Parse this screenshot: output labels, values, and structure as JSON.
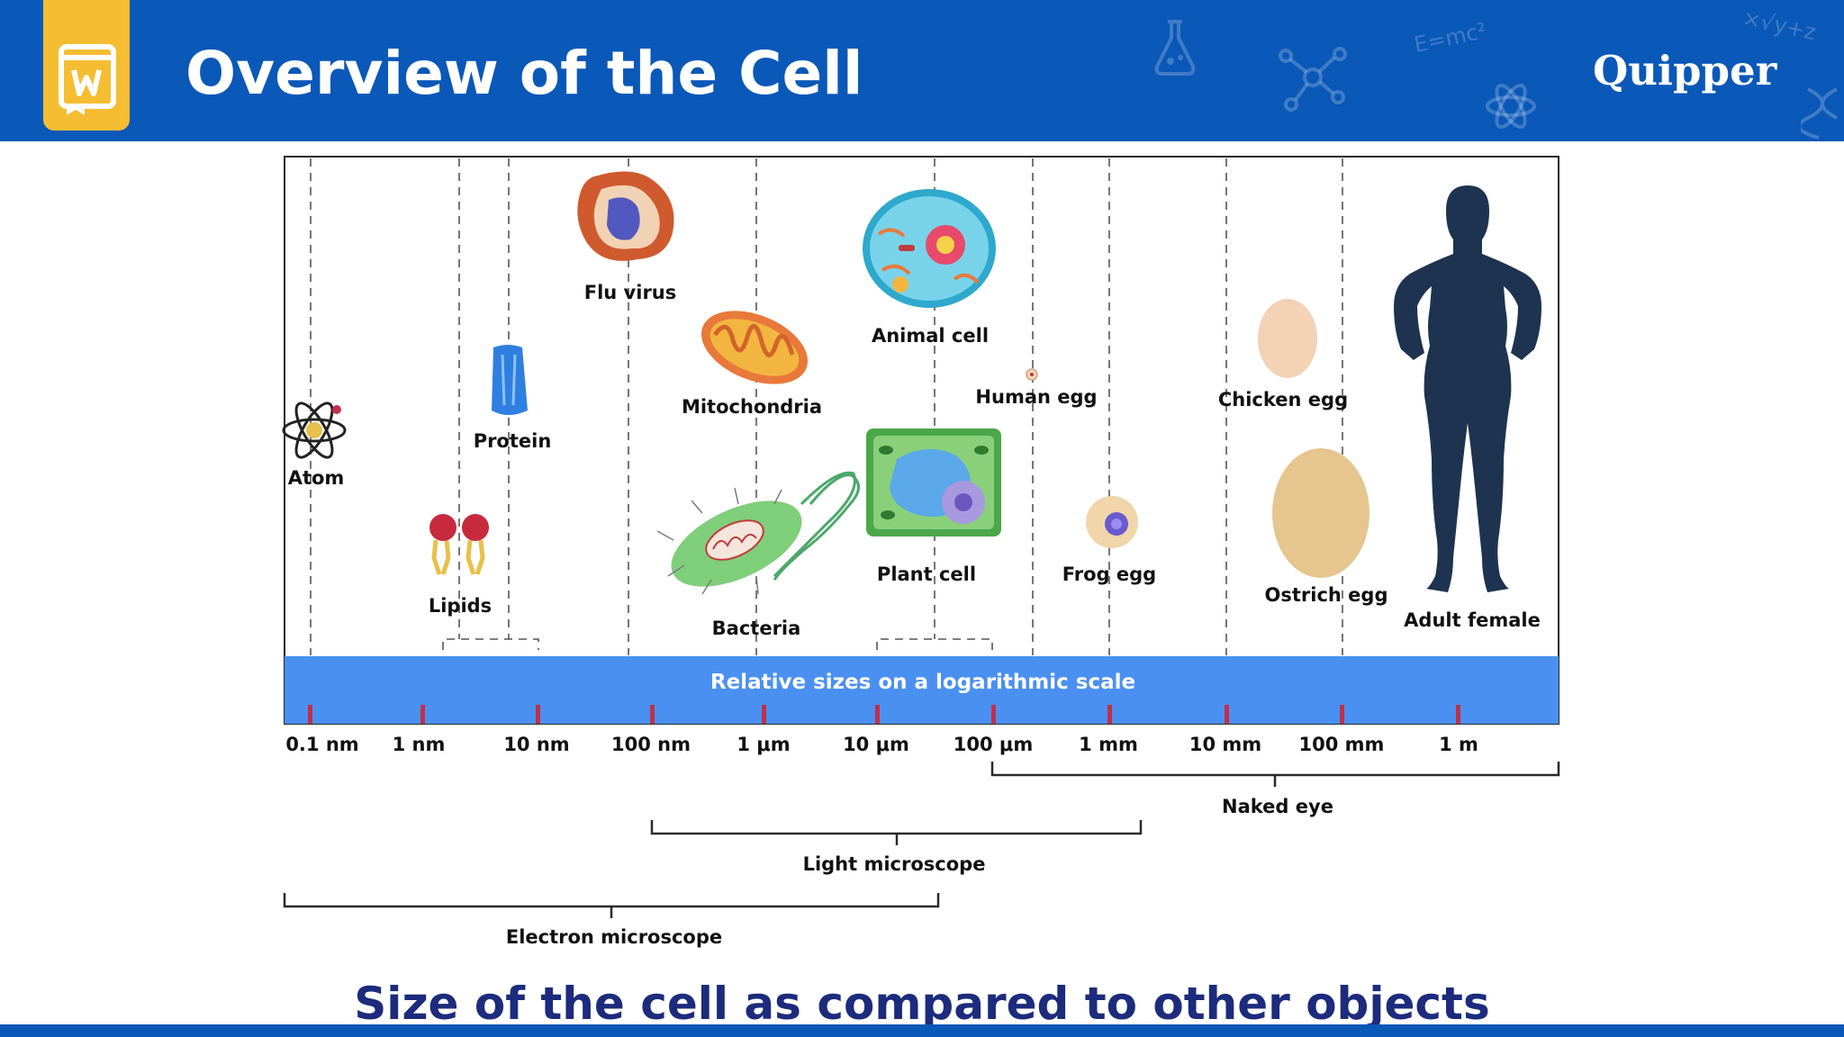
{
  "header": {
    "title": "Overview of the Cell",
    "brand": "Quipper",
    "icon": "book-icon",
    "colors": {
      "bar": "#0a58b8",
      "icon_bg": "#f5bd31"
    }
  },
  "diagram": {
    "scale_label": "Relative sizes on a logarithmic scale",
    "scale_ticks": [
      "0.1 nm",
      "1 nm",
      "10 nm",
      "100 nm",
      "1 μm",
      "10 μm",
      "100 μm",
      "1 mm",
      "10 mm",
      "100 mm",
      "1 m"
    ],
    "objects": {
      "atom": "Atom",
      "lipids": "Lipids",
      "protein": "Protein",
      "flu_virus": "Flu virus",
      "mitochondria": "Mitochondria",
      "bacteria": "Bacteria",
      "animal_cell": "Animal cell",
      "plant_cell": "Plant cell",
      "human_egg": "Human egg",
      "frog_egg": "Frog egg",
      "chicken_egg": "Chicken egg",
      "ostrich_egg": "Ostrich egg",
      "adult_female": "Adult female"
    },
    "ranges": {
      "naked_eye": "Naked eye",
      "light_microscope": "Light microscope",
      "electron_microscope": "Electron microscope"
    },
    "colors": {
      "band": "#4a90f0",
      "tick_mark": "#c0304a",
      "silhouette": "#1d3350"
    }
  },
  "caption": "Size of the cell as compared to other objects"
}
